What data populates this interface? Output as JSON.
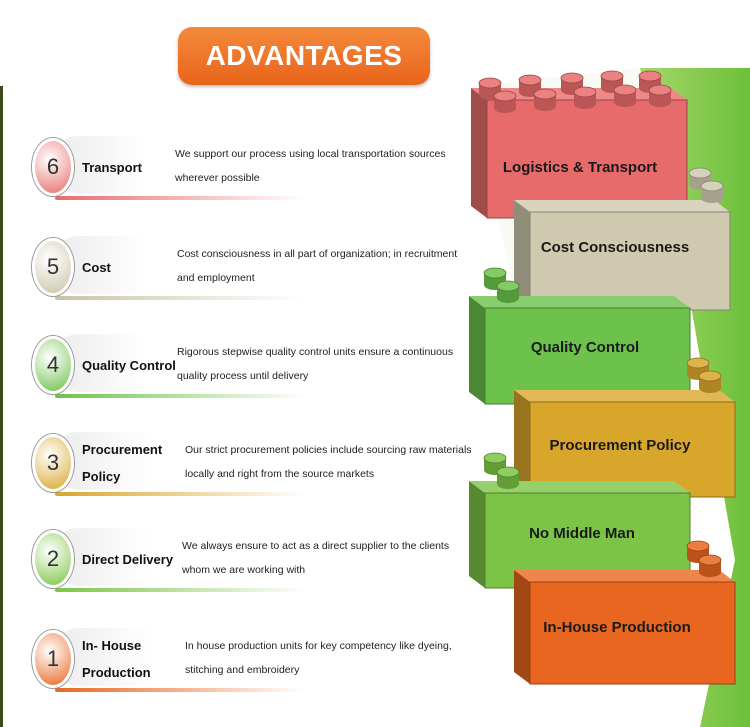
{
  "title": "ADVANTAGES",
  "colors": {
    "transport": "#e86b6b",
    "cost": "#c9c3a8",
    "quality": "#6cc24a",
    "procurement": "#d9a62c",
    "direct": "#7cc445",
    "inhouse": "#e8661f",
    "accent": "#ef7a2d"
  },
  "rows": [
    {
      "number": "6",
      "title": "Transport",
      "description": "We support our process using local transportation sources wherever possible"
    },
    {
      "number": "5",
      "title": "Cost",
      "description": "Cost consciousness in all part of organization; in recruitment and employment"
    },
    {
      "number": "4",
      "title": "Quality Control",
      "description": "Rigorous stepwise quality control units ensure a continuous quality process until delivery"
    },
    {
      "number": "3",
      "title": "Procurement\nPolicy",
      "description": "Our strict procurement policies include sourcing raw materials locally and right from the source markets"
    },
    {
      "number": "2",
      "title": "Direct Delivery",
      "description": "We always ensure to act as a direct supplier to the clients whom we are working with"
    },
    {
      "number": "1",
      "title": "In- House\nProduction",
      "description": "In house production units for key competency like dyeing, stitching and embroidery"
    }
  ],
  "blocks": [
    {
      "label": "Logistics & Transport"
    },
    {
      "label": "Cost Consciousness"
    },
    {
      "label": "Quality Control"
    },
    {
      "label": "Procurement Policy"
    },
    {
      "label": "No Middle Man"
    },
    {
      "label": "In-House Production"
    }
  ]
}
